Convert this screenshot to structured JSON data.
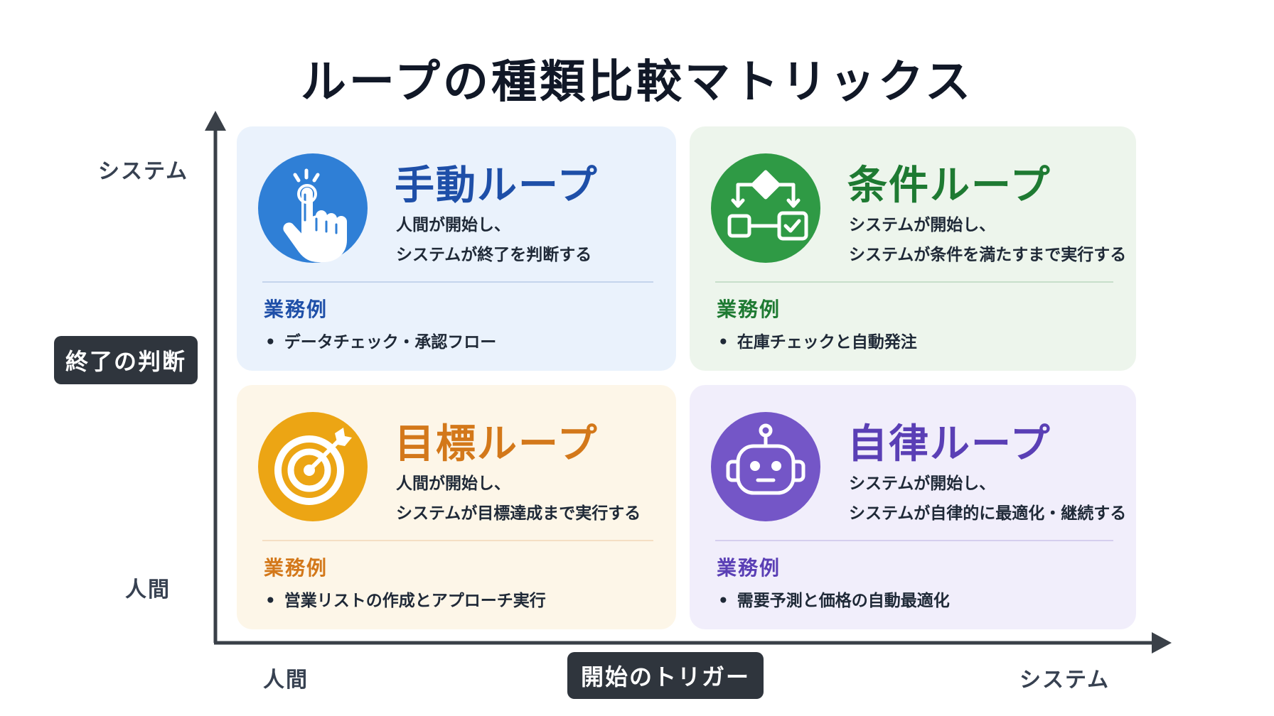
{
  "title": "ループの種類比較マトリックス",
  "y_axis": {
    "label": "終了の判断",
    "top": "システム",
    "bottom": "人間"
  },
  "x_axis": {
    "label": "開始のトリガー",
    "left": "人間",
    "right": "システム"
  },
  "example_heading": "業務例",
  "bullet": "•",
  "quadrants": {
    "manual": {
      "title": "手動ループ",
      "desc_line1": "人間が開始し、",
      "desc_line2": "システムが終了を判断する",
      "example": "データチェック・承認フロー",
      "icon": "pointing-hand-icon",
      "accent": "#1e4fa8",
      "icon_bg": "#2f7fd6",
      "card_bg": "#eaf2fc"
    },
    "conditional": {
      "title": "条件ループ",
      "desc_line1": "システムが開始し、",
      "desc_line2": "システムが条件を満たすまで実行する",
      "example": "在庫チェックと自動発注",
      "icon": "flowchart-icon",
      "accent": "#1e7a32",
      "icon_bg": "#2f9a45",
      "card_bg": "#edf5ec"
    },
    "goal": {
      "title": "目標ループ",
      "desc_line1": "人間が開始し、",
      "desc_line2": "システムが目標達成まで実行する",
      "example": "営業リストの作成とアプローチ実行",
      "icon": "target-icon",
      "accent": "#d3781a",
      "icon_bg": "#eca514",
      "card_bg": "#fdf6e8"
    },
    "autonomous": {
      "title": "自律ループ",
      "desc_line1": "システムが開始し、",
      "desc_line2": "システムが自律的に最適化・継続する",
      "example": "需要予測と価格の自動最適化",
      "icon": "robot-icon",
      "accent": "#5a3fb5",
      "icon_bg": "#7456c7",
      "card_bg": "#f1eefb"
    }
  }
}
